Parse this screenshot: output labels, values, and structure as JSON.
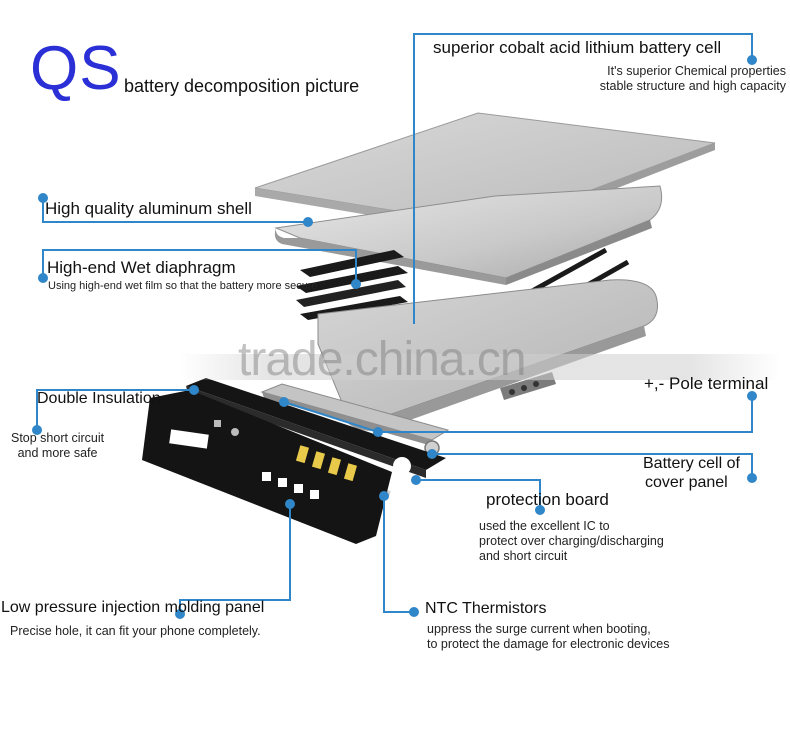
{
  "header": {
    "brand": "QS",
    "subtitle": "battery  decomposition picture"
  },
  "labels": {
    "cell": {
      "title": "superior cobalt acid lithium battery cell",
      "desc": [
        "It's superior Chemical properties",
        "stable structure and high capacity"
      ]
    },
    "shell": {
      "title": "High quality aluminum shell"
    },
    "diaphragm": {
      "title": "High-end Wet diaphragm",
      "desc": [
        "Using high-end wet film so that the battery more secure"
      ]
    },
    "insulation": {
      "title": "Double Insulation",
      "desc": [
        "Stop short circuit",
        "and more safe"
      ]
    },
    "pole": {
      "title": "+,- Pole terminal"
    },
    "cover": {
      "title": [
        "Battery cell of",
        "cover panel"
      ]
    },
    "protection": {
      "title": "protection board",
      "desc": [
        "used the excellent IC to",
        "protect over charging/discharging",
        "and short circuit"
      ]
    },
    "injection": {
      "title": "Low pressure injection molding panel",
      "desc": [
        "Precise hole, it can fit your phone completely."
      ]
    },
    "ntc": {
      "title": "NTC Thermistors",
      "desc": [
        "uppress the surge current when booting,",
        " to protect the damage for electronic devices"
      ]
    }
  },
  "watermark": "trade.china.cn",
  "colors": {
    "brand": "#2a2fd6",
    "leader": "#2f86c8",
    "dot": "#2f86c8"
  }
}
